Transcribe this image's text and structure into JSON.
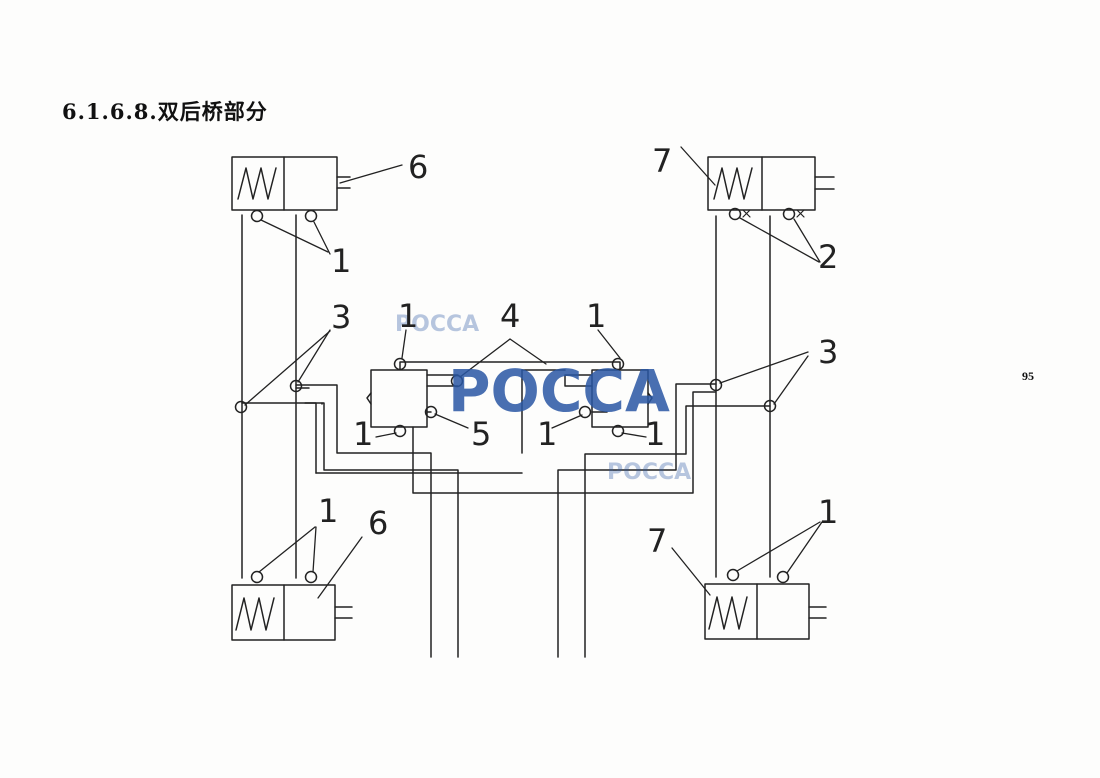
{
  "page": {
    "title": "6.1.6.8.双后桥部分",
    "page_number": "95"
  },
  "diagram": {
    "callouts": {
      "c1_top_left": "1",
      "c1_center_left": "1",
      "c1_center_right": "1",
      "c1_bottom_left_a": "1",
      "c1_bottom_left_b": "1",
      "c1_bottom_center_left": "1",
      "c1_bottom_center_right": "1",
      "c1_bottom_right": "1",
      "c2": "2",
      "c3_left": "3",
      "c3_right": "3",
      "c4": "4",
      "c5": "5",
      "c6_top": "6",
      "c6_bottom": "6",
      "c7_top": "7",
      "c7_bottom": "7"
    },
    "watermarks": {
      "small_1": "POCCA",
      "small_2": "POCCA",
      "large": "POCCA"
    }
  },
  "colors": {
    "ink": "#222222",
    "watermark": "#2a57a4"
  }
}
